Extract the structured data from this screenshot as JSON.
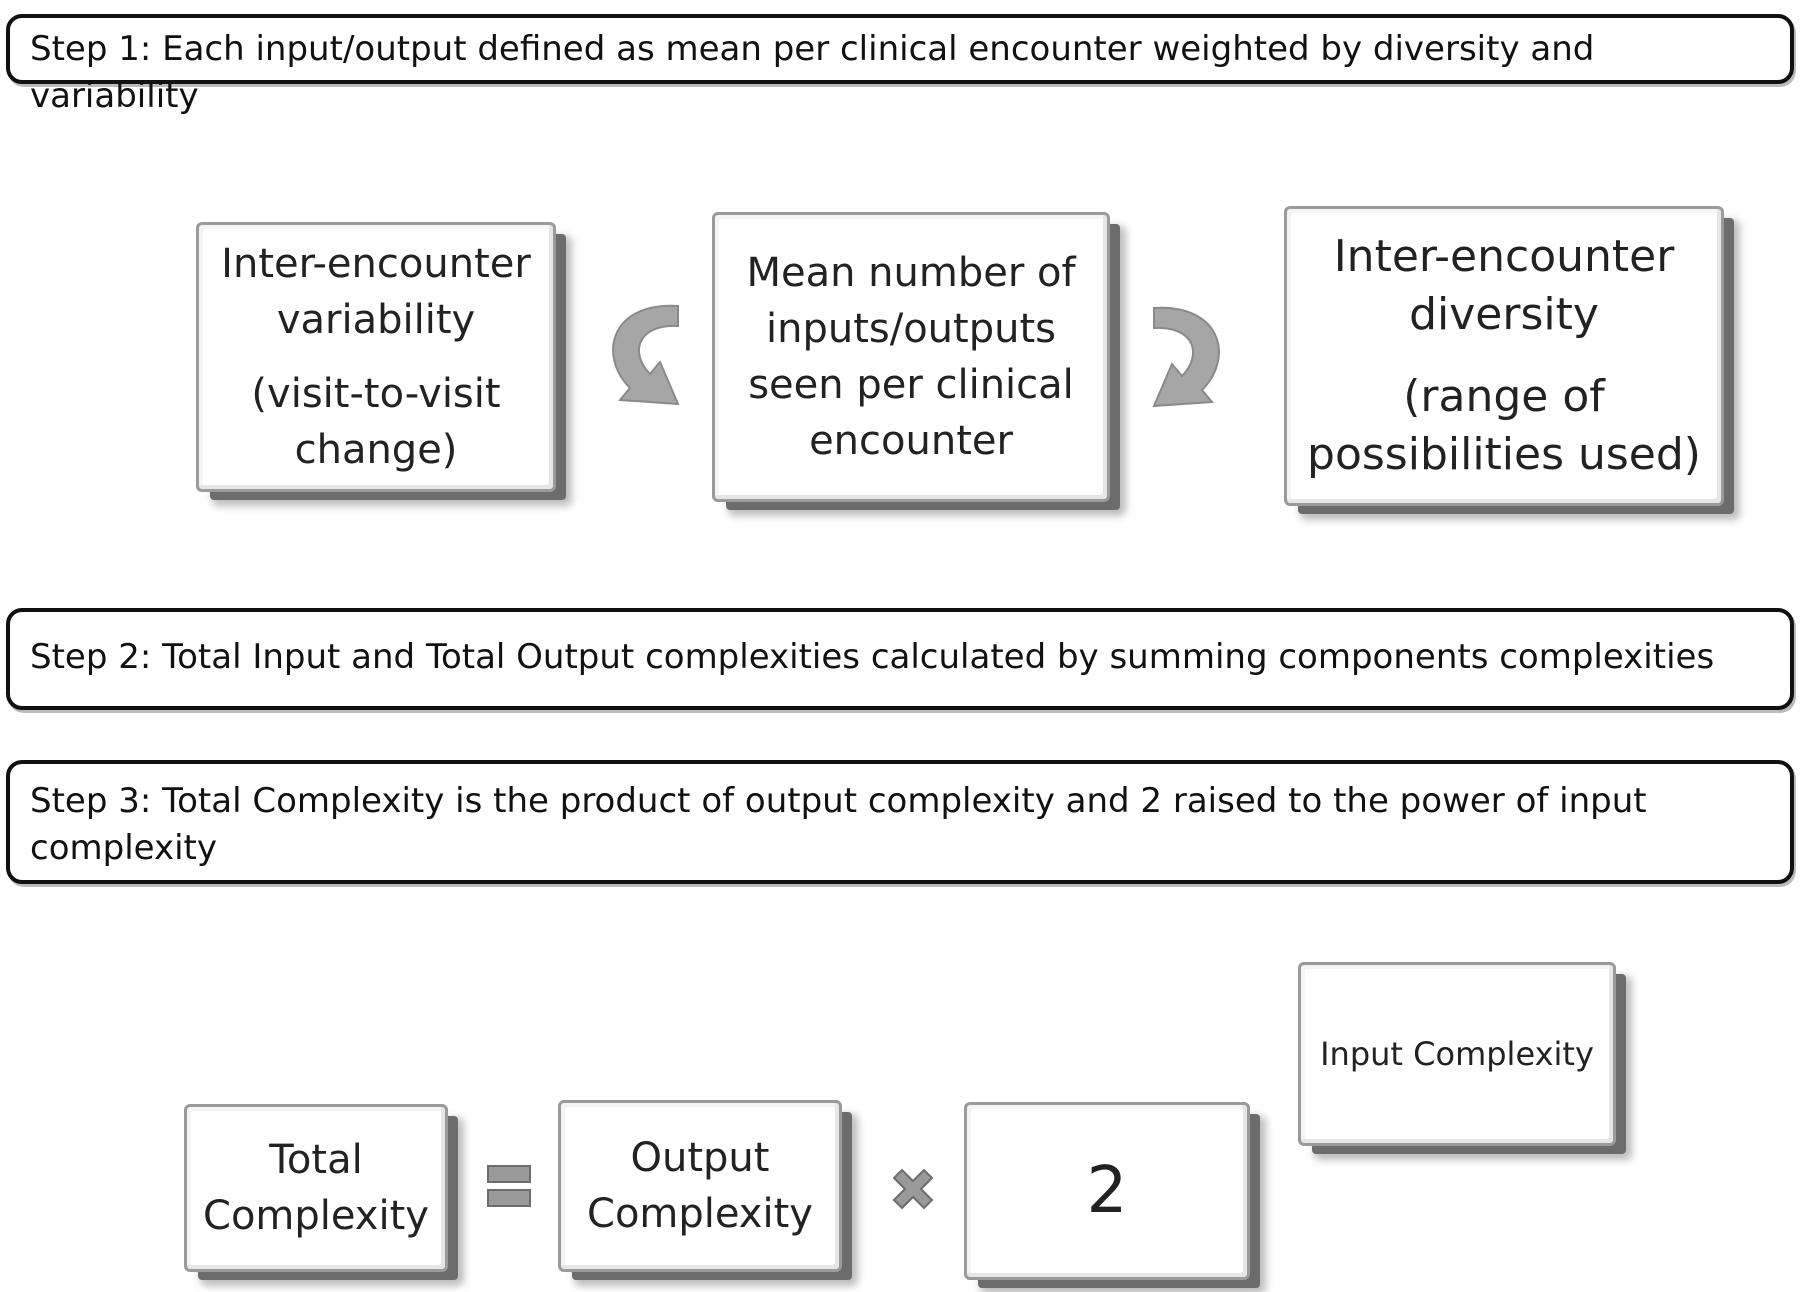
{
  "steps": {
    "step1": "Step 1: Each input/output defined as mean per clinical encounter weighted by diversity and variability",
    "step2": "Step 2: Total Input and Total Output complexities calculated by summing components complexities",
    "step3_line1": "Step 3: Total Complexity is the product of output complexity and 2 raised to the power of input",
    "step3_line2": "complexity"
  },
  "step1_diagram": {
    "variability": {
      "line1": "Inter-encounter",
      "line2": "variability",
      "line3": "(visit-to-visit",
      "line4": "change)"
    },
    "mean": {
      "line1": "Mean number of",
      "line2": "inputs/outputs",
      "line3": "seen per clinical",
      "line4": "encounter"
    },
    "diversity": {
      "line1": "Inter-encounter",
      "line2": "diversity",
      "line3": "(range of",
      "line4": "possibilities used)"
    }
  },
  "formula": {
    "total": {
      "line1": "Total",
      "line2": "Complexity"
    },
    "output": {
      "line1": "Output",
      "line2": "Complexity"
    },
    "base": "2",
    "exponent": "Input Complexity"
  },
  "colors": {
    "border": "#111111",
    "box_edge": "#6c6c6c",
    "arrow": "#a6a6a6"
  }
}
